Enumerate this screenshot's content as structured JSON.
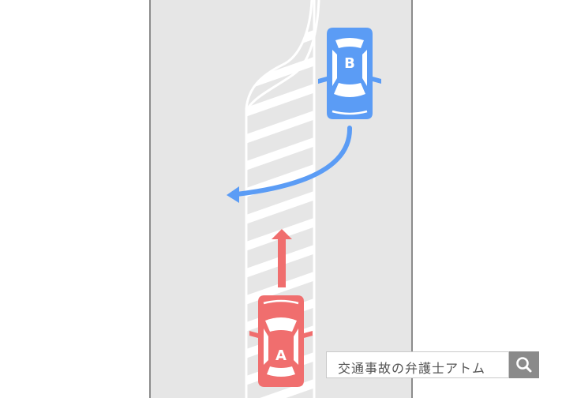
{
  "vehicles": {
    "a": {
      "label": "A",
      "color": "#f06e6e"
    },
    "b": {
      "label": "B",
      "color": "#5b9cf5"
    }
  },
  "colors": {
    "road": "#e6e6e6",
    "road_edge": "#8c8c8c",
    "lane_line": "#ffffff"
  },
  "search": {
    "text": "交通事故の弁護士アトム",
    "icon": "search-icon"
  }
}
